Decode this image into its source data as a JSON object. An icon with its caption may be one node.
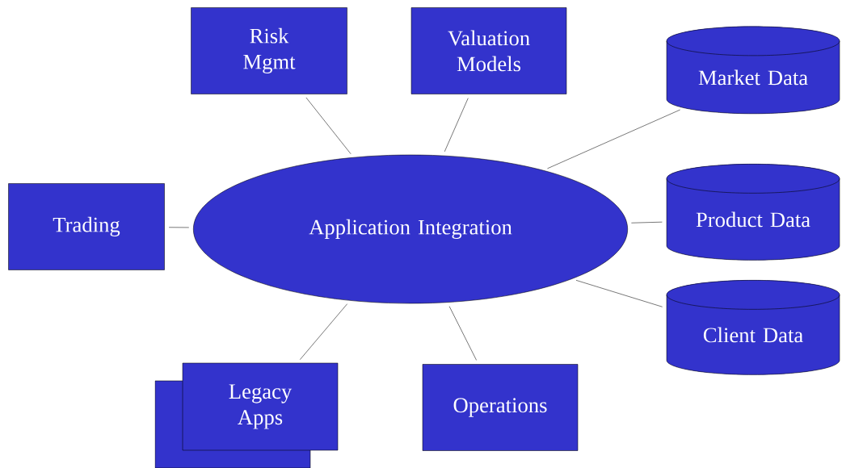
{
  "diagram": {
    "nodes": [
      {
        "text": [
          "Risk Mgmt"
        ]
      },
      {
        "text": [
          "Valuation Models"
        ]
      },
      {
        "text": [
          "Market Data"
        ]
      },
      {
        "text": [
          "Trading"
        ]
      },
      {
        "text": [
          "Application Integration"
        ]
      },
      {
        "text": [
          "Product Data"
        ]
      },
      {
        "text": [
          "Client Data"
        ]
      },
      {
        "text": [
          "Legacy Apps"
        ]
      },
      {
        "text": [
          "Operations"
        ]
      }
    ],
    "edges": [
      {
        "from": 4,
        "to": 0,
        "arrow": "none"
      },
      {
        "from": 4,
        "to": 1,
        "arrow": "none"
      },
      {
        "from": 4,
        "to": 2,
        "arrow": "none"
      },
      {
        "from": 4,
        "to": 3,
        "arrow": "none"
      },
      {
        "from": 4,
        "to": 5,
        "arrow": "none"
      },
      {
        "from": 4,
        "to": 6,
        "arrow": "none"
      },
      {
        "from": 4,
        "to": 7,
        "arrow": "none"
      },
      {
        "from": 4,
        "to": 8,
        "arrow": "none"
      }
    ]
  }
}
